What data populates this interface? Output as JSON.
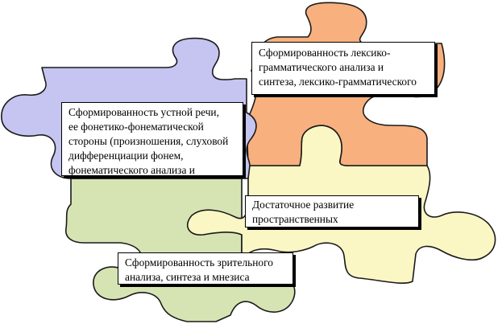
{
  "diagram": {
    "pieces": [
      {
        "id": "orange",
        "color": "#f7b07e",
        "lines": [
          "Сформированность лексико-",
          "грамматического анализа и",
          "синтеза, лексико-грамматического"
        ]
      },
      {
        "id": "purple",
        "color": "#c6c4f0",
        "lines": [
          "Сформированность устной речи,",
          "ее фонетико-фонематической",
          "стороны (произношения, слуховой",
          "дифференциации фонем,",
          "фонематического анализа и"
        ]
      },
      {
        "id": "yellow",
        "color": "#fbf7c4",
        "lines": [
          "Достаточное развитие",
          "пространственных"
        ]
      },
      {
        "id": "green",
        "color": "#d6e4b4",
        "lines": [
          "Сформированность зрительного",
          "анализа, синтеза и мнезиса"
        ]
      }
    ]
  }
}
